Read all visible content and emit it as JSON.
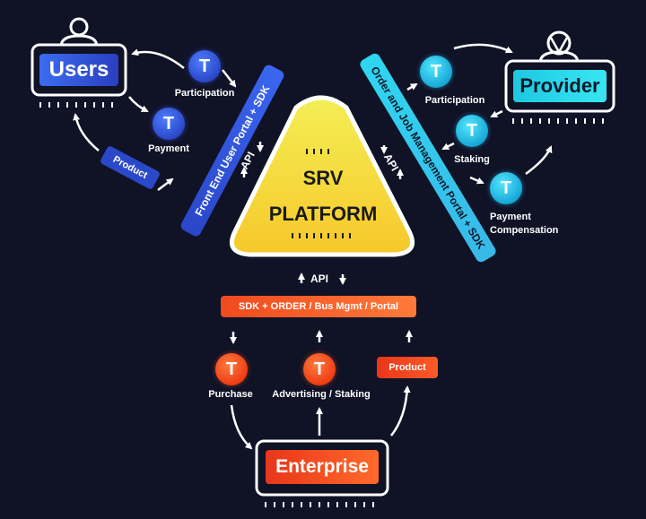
{
  "users": {
    "label": "Users"
  },
  "provider": {
    "label": "Provider"
  },
  "enterprise": {
    "label": "Enterprise"
  },
  "platform": {
    "line1": "SRV",
    "line2": "PLATFORM"
  },
  "token": {
    "glyph": "T"
  },
  "left_bar": {
    "label": "Front End User Portal  + SDK"
  },
  "right_bar": {
    "label": "Order and Job Management Portal  + SDK"
  },
  "api": {
    "left": "API",
    "right": "API",
    "bottom": "API"
  },
  "sdk_bar": {
    "label": "SDK + ORDER / Bus Mgmt / Portal"
  },
  "labels": {
    "users_participation": "Participation",
    "users_payment": "Payment",
    "users_product": "Product",
    "prov_participation": "Participation",
    "prov_staking": "Staking",
    "prov_payment_line1": "Payment",
    "prov_payment_line2": "Compensation",
    "ent_purchase": "Purchase",
    "ent_advertising": "Advertising / Staking",
    "ent_product": "Product"
  },
  "colors": {
    "background": "#101226",
    "users_blue": "#2f4fd6",
    "provider_cyan": "#2fd6f0",
    "enterprise_orange": "#f0431c",
    "platform_yellow": "#f7e03a"
  }
}
